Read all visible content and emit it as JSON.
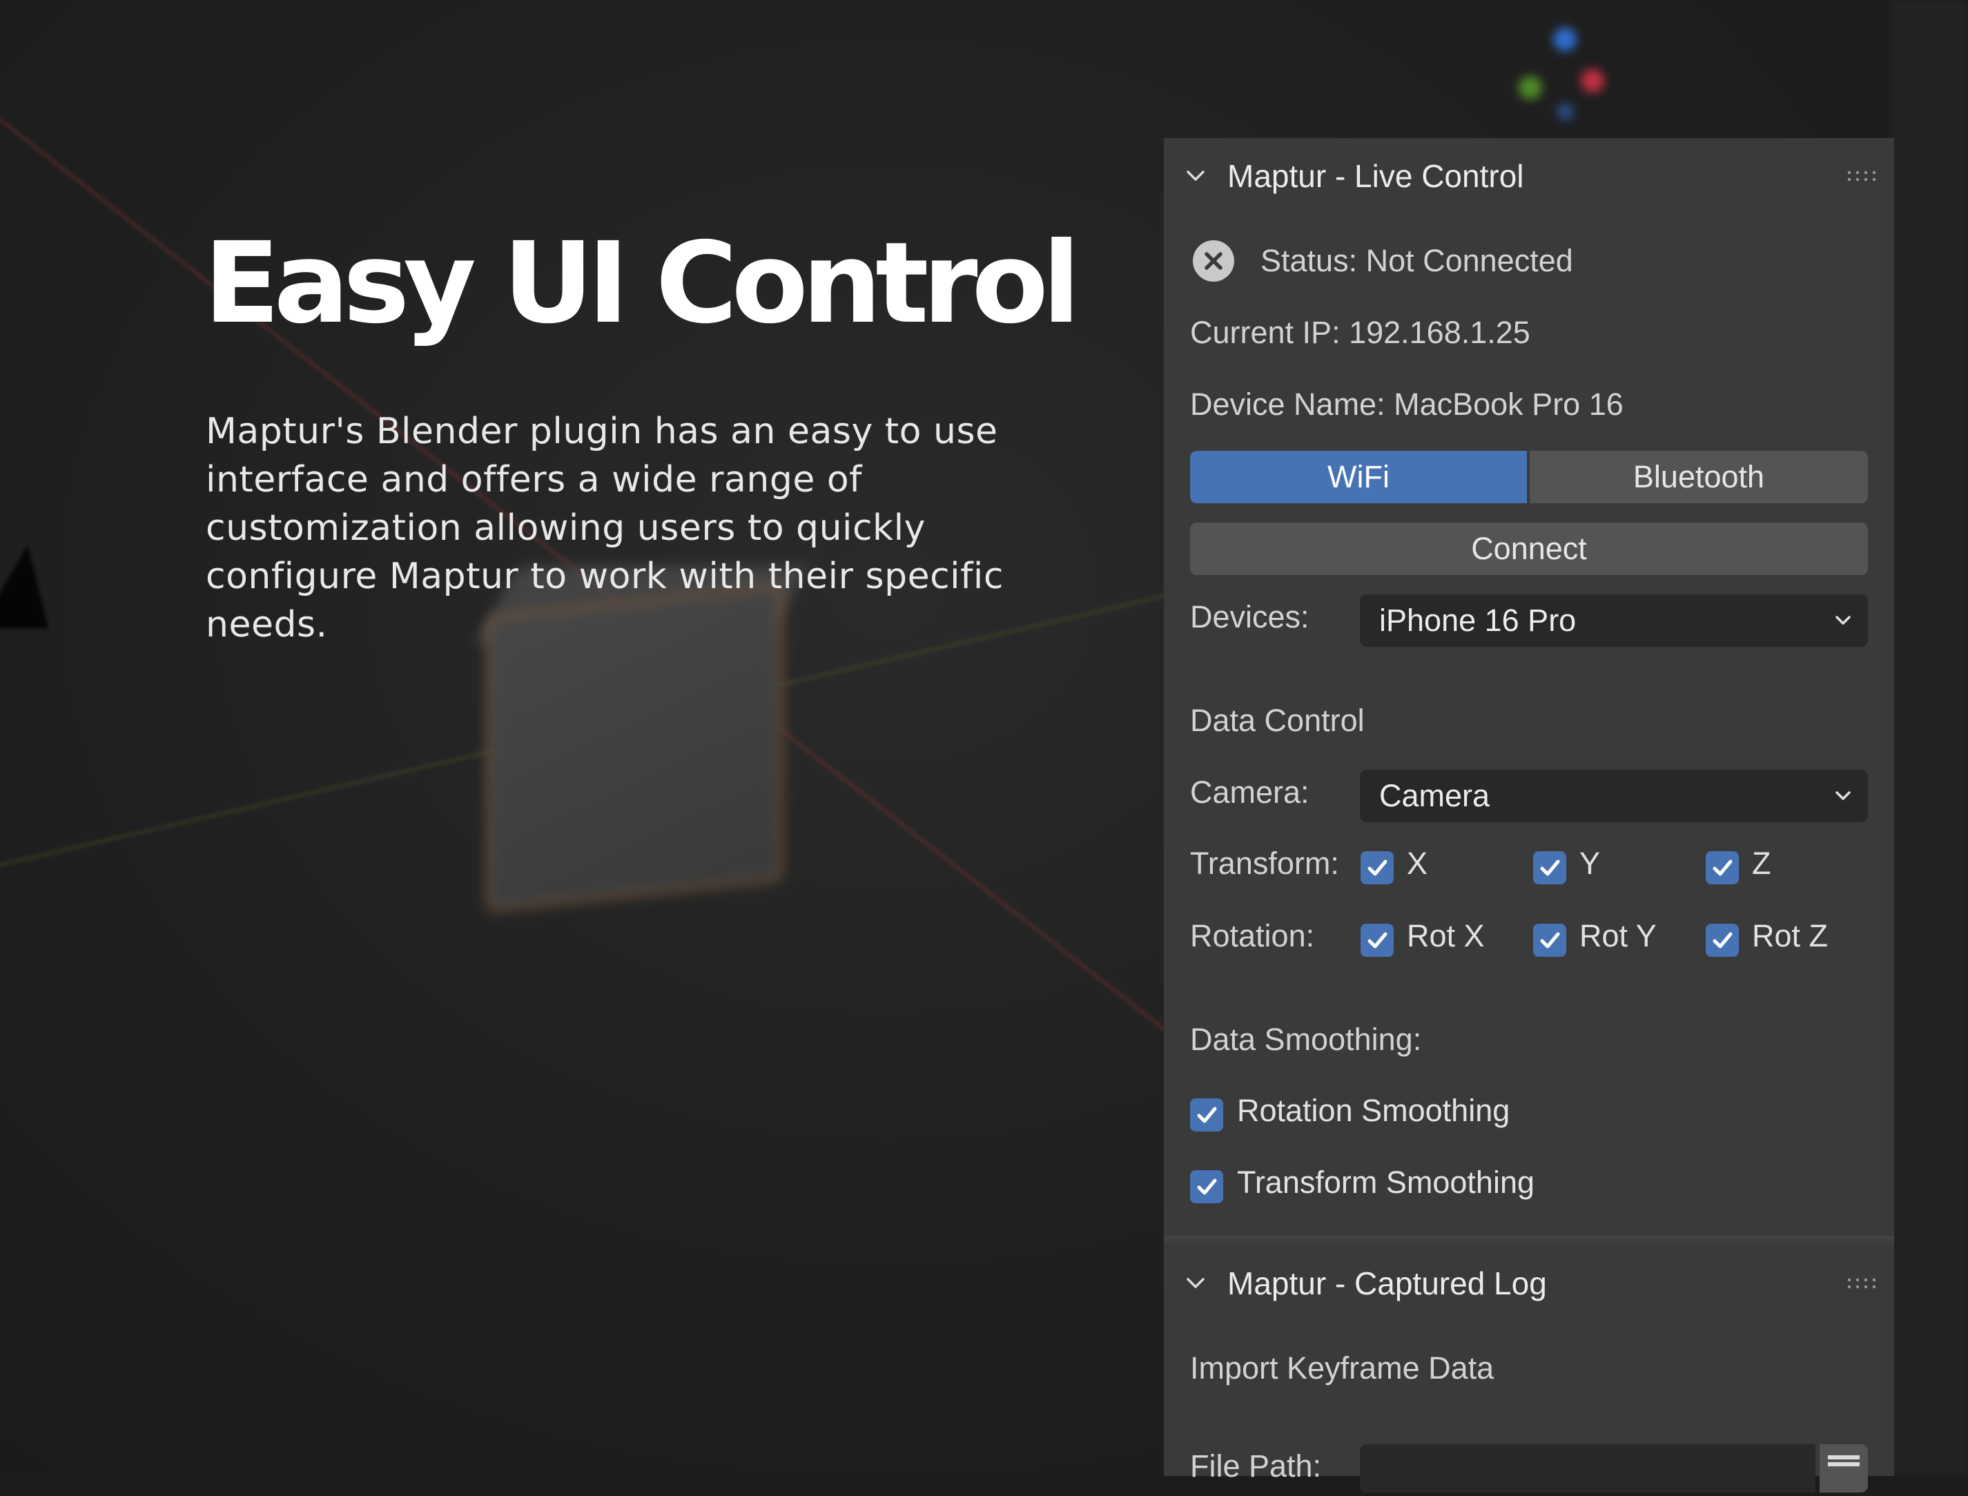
{
  "hero": {
    "headline": "Easy UI Control",
    "description": "Maptur's Blender plugin has an easy to use interface and offers a wide range of customization allowing users to quickly configure Maptur to work with their specific needs."
  },
  "live_control": {
    "title": "Maptur - Live Control",
    "status": "Status: Not Connected",
    "status_icon": "x-circle-icon",
    "current_ip": "Current IP: 192.168.1.25",
    "device_name": "Device Name: MacBook Pro 16",
    "connection_modes": [
      {
        "label": "WiFi",
        "selected": true
      },
      {
        "label": "Bluetooth",
        "selected": false
      }
    ],
    "connect_label": "Connect",
    "devices_label": "Devices:",
    "devices_value": "iPhone 16 Pro",
    "data_control_heading": "Data Control",
    "camera_label": "Camera:",
    "camera_value": "Camera",
    "transform_label": "Transform:",
    "transform_axes": [
      {
        "label": "X",
        "checked": true
      },
      {
        "label": "Y",
        "checked": true
      },
      {
        "label": "Z",
        "checked": true
      }
    ],
    "rotation_label": "Rotation:",
    "rotation_axes": [
      {
        "label": "Rot X",
        "checked": true
      },
      {
        "label": "Rot Y",
        "checked": true
      },
      {
        "label": "Rot Z",
        "checked": true
      }
    ],
    "smoothing_heading": "Data Smoothing:",
    "smoothing_options": [
      {
        "label": "Rotation Smoothing",
        "checked": true
      },
      {
        "label": "Transform Smoothing",
        "checked": true
      }
    ]
  },
  "captured_log": {
    "title": "Maptur - Captured Log",
    "import_heading": "Import Keyframe Data",
    "file_path_label": "File Path:"
  },
  "colors": {
    "accent": "#4772b3",
    "panel_bg": "#3a3a3a",
    "field_bg": "#282828",
    "button_bg": "#545454"
  }
}
